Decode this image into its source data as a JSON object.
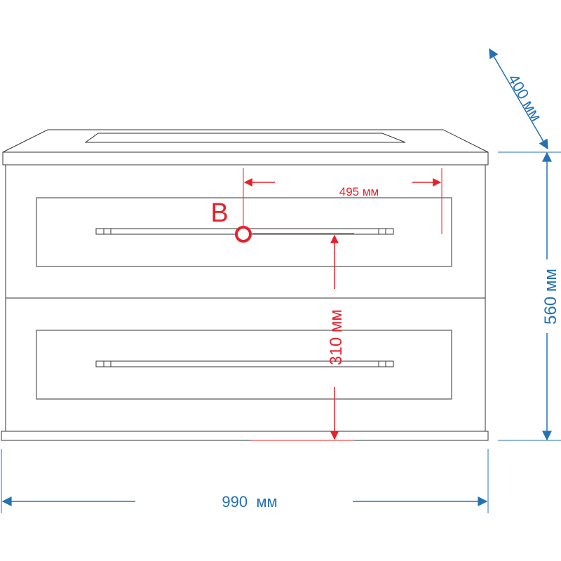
{
  "colors": {
    "primary_dimension": "#2471b3",
    "connection_dimension": "#e8202a",
    "outline": "#333333"
  },
  "dimensions": {
    "depth": {
      "label": "400 мм"
    },
    "height": {
      "label": "560 мм"
    },
    "width": {
      "label": "990  мм"
    }
  },
  "connection": {
    "point_label": "B",
    "horizontal": {
      "label": "495 мм"
    },
    "vertical": {
      "label": "310 мм"
    }
  }
}
